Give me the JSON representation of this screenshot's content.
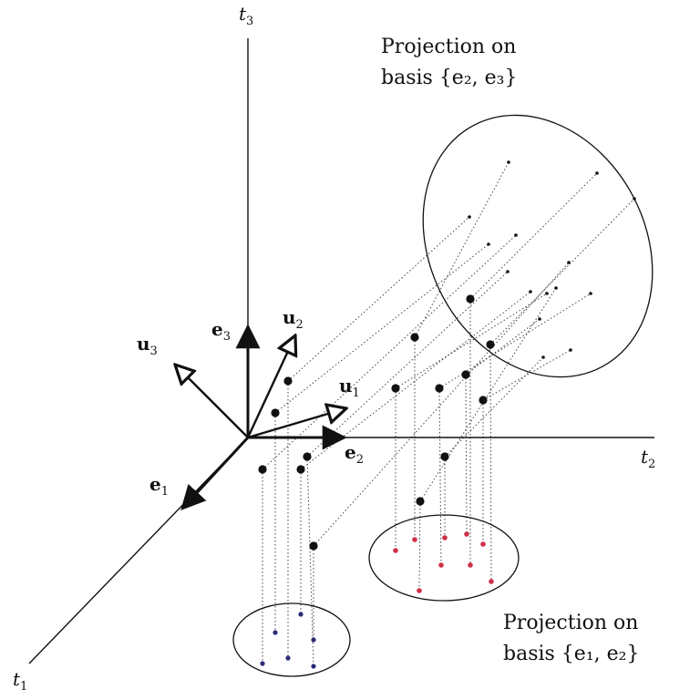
{
  "axes": {
    "t1": {
      "label": "t",
      "sub": "1"
    },
    "t2": {
      "label": "t",
      "sub": "2"
    },
    "t3": {
      "label": "t",
      "sub": "3"
    }
  },
  "vectors": {
    "e1": {
      "label": "e",
      "sub": "1"
    },
    "e2": {
      "label": "e",
      "sub": "2"
    },
    "e3": {
      "label": "e",
      "sub": "3"
    },
    "u1": {
      "label": "u",
      "sub": "1"
    },
    "u2": {
      "label": "u",
      "sub": "2"
    },
    "u3": {
      "label": "u",
      "sub": "3"
    }
  },
  "captions": {
    "top": {
      "line1": "Projection on",
      "line2": "basis {e₂, e₃}"
    },
    "bottom": {
      "line1": "Projection on",
      "line2": "basis {e₁, e₂}"
    }
  },
  "colors": {
    "ink": "#111111",
    "dashed": "#444444",
    "red_points": "#d0304a",
    "blue_points": "#2a2a7a"
  }
}
